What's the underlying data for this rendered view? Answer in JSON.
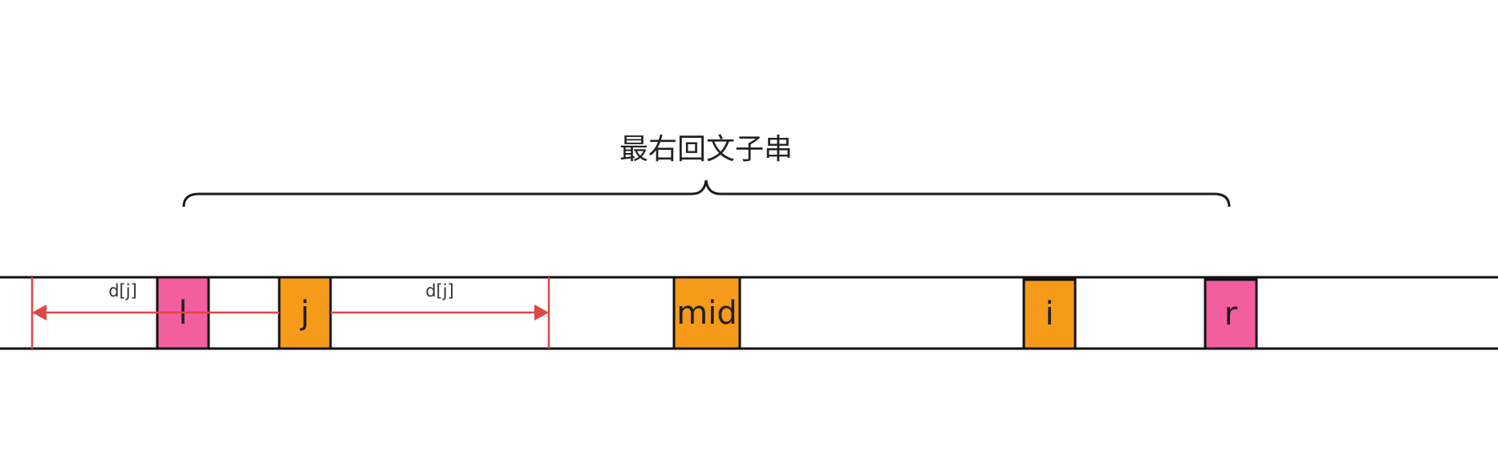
{
  "title": "最右回文子串",
  "colors": {
    "pink": "#f25e9e",
    "orange": "#f59a19",
    "arrow": "#e04646",
    "outline": "#111111"
  },
  "cells": {
    "l": {
      "label": "l",
      "color": "pink"
    },
    "j": {
      "label": "j",
      "color": "orange"
    },
    "mid": {
      "label": "mid",
      "color": "orange"
    },
    "i": {
      "label": "i",
      "color": "orange"
    },
    "r": {
      "label": "r",
      "color": "pink"
    }
  },
  "arrows": {
    "left": {
      "label": "d[j]"
    },
    "right": {
      "label": "d[j]"
    }
  }
}
